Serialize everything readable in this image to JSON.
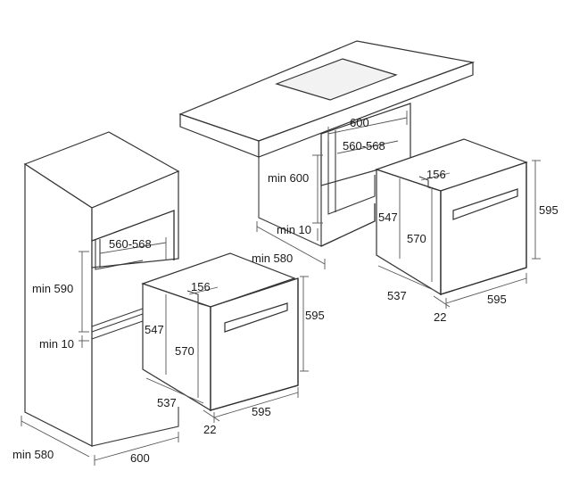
{
  "tall_unit": {
    "labels": {
      "niche_width": "560-568",
      "niche_height": "min 590",
      "vent_gap": "min 10",
      "depth": "min 580",
      "width": "600"
    }
  },
  "counter_unit": {
    "labels": {
      "width": "600",
      "niche_width": "560-568",
      "height": "min 600",
      "vent_gap": "min 10",
      "depth": "min 580"
    }
  },
  "oven_left": {
    "labels": {
      "top_depth": "156",
      "height": "595",
      "body_height": "547",
      "inner_height": "570",
      "depth": "537",
      "width": "595",
      "front_thickness": "22"
    }
  },
  "oven_right": {
    "labels": {
      "top_depth": "156",
      "height": "595",
      "body_height": "547",
      "inner_height": "570",
      "depth": "537",
      "width": "595",
      "front_thickness": "22"
    }
  }
}
